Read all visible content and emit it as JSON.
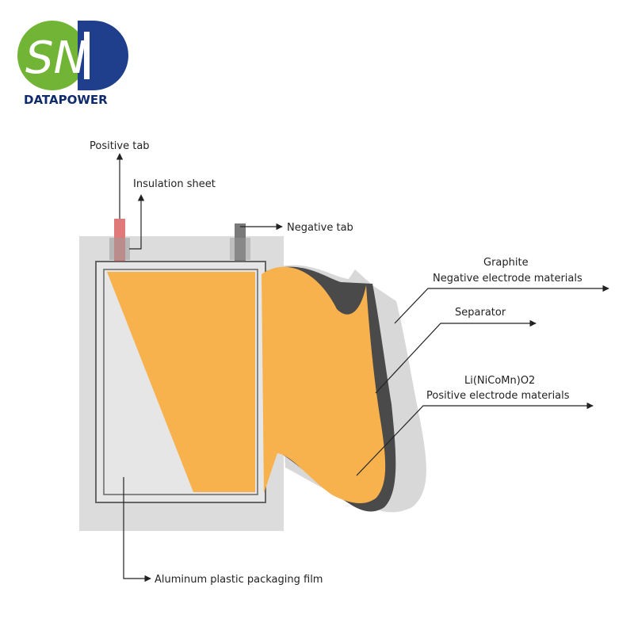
{
  "brand": {
    "name": "DATAPOWER",
    "logo_text": "SN",
    "colors": {
      "green": "#72b536",
      "navy": "#1f3f8c"
    }
  },
  "labels": {
    "positive_tab": "Positive tab",
    "insulation_sheet": "Insulation sheet",
    "negative_tab": "Negative tab",
    "graphite": "Graphite",
    "negative_electrode": "Negative electrode materials",
    "separator": "Separator",
    "cathode_formula": "Li(NiCoMn)O2",
    "positive_electrode": "Positive electrode materials",
    "packaging_film": "Aluminum plastic packaging film"
  },
  "colors": {
    "electrode_orange": "#f7b24e",
    "separator_dark": "#4a4a4a",
    "packaging_gray": "#dcdcdc",
    "positive_tab_red": "#e07a7a",
    "negative_tab_gray": "#7a7a7a",
    "line": "#222222"
  }
}
